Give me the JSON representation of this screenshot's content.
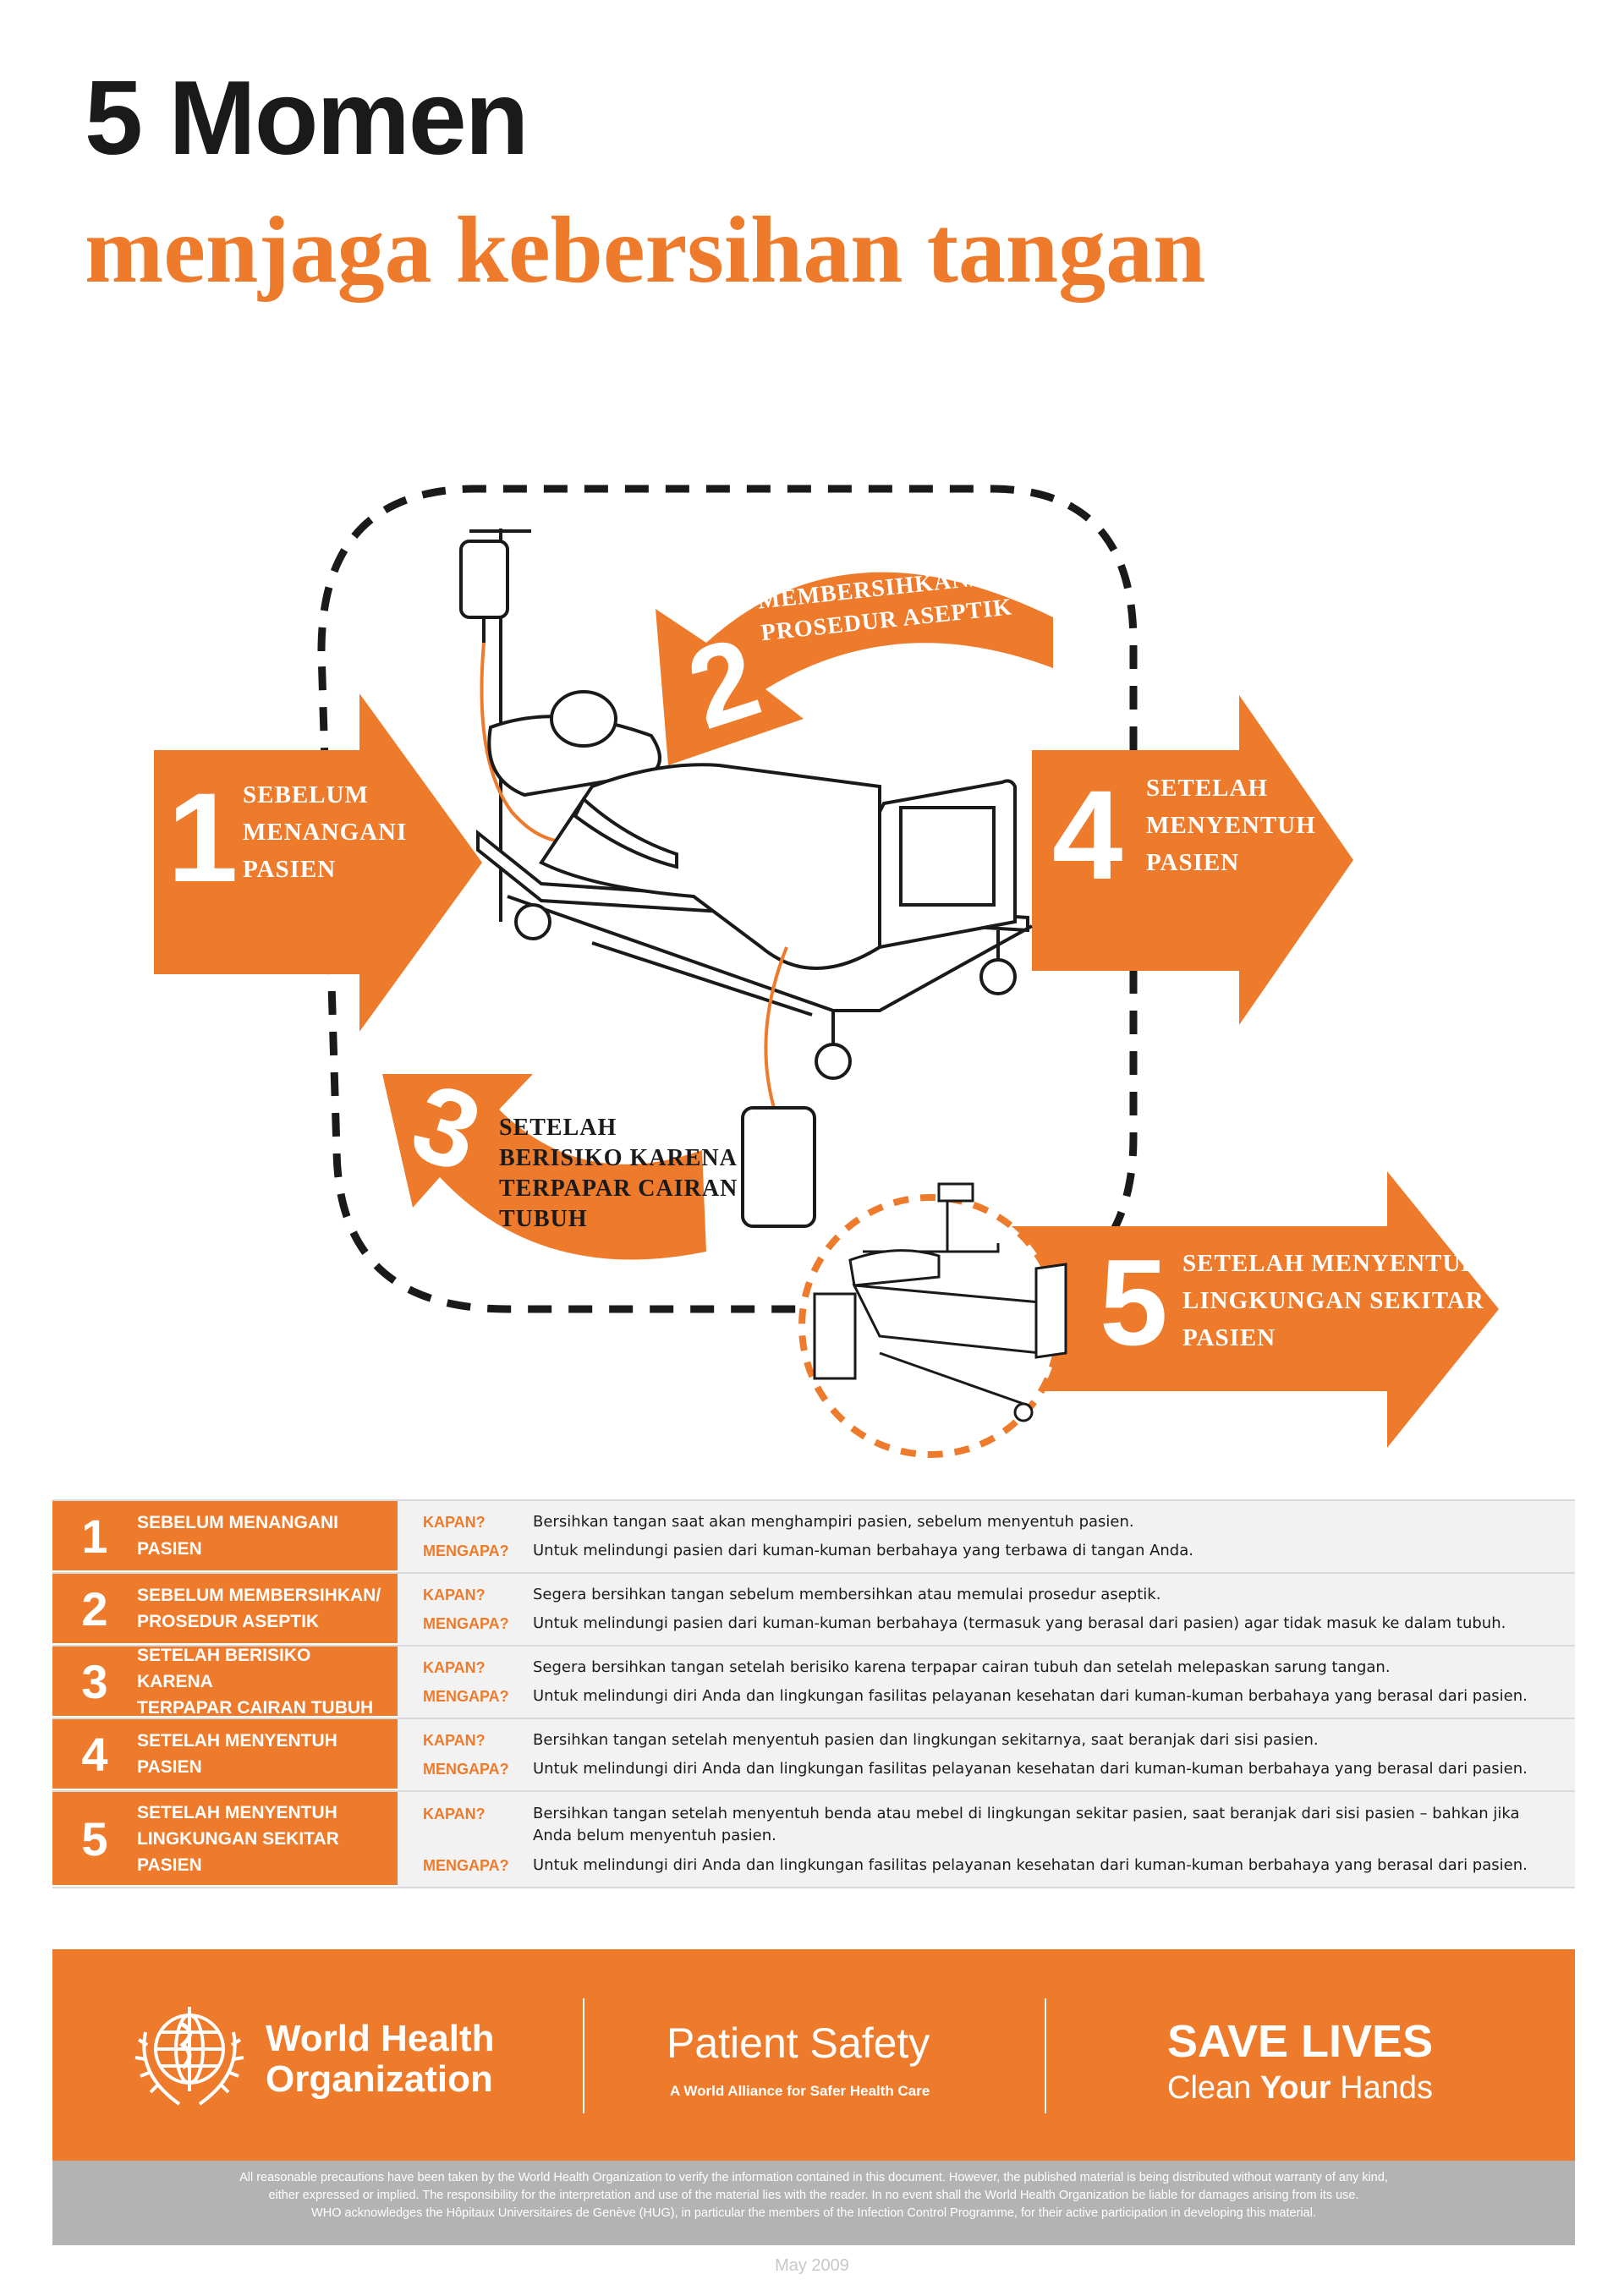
{
  "title": "5 Momen",
  "subtitle": "menjaga kebersihan tangan",
  "moments": [
    {
      "num": "1",
      "label": "SEBELUM\nMENANGANI\nPASIEN"
    },
    {
      "num": "2",
      "label": "SEBELUM\nMEMBERSIHKAN/\nPROSEDUR ASEPTIK"
    },
    {
      "num": "3",
      "label": "SETELAH\nBERISIKO KARENA\nTERPAPAR CAIRAN\nTUBUH"
    },
    {
      "num": "4",
      "label": "SETELAH\nMENYENTUH\nPASIEN"
    },
    {
      "num": "5",
      "label": "SETELAH MENYENTUH\nLINGKUNGAN SEKITAR\nPASIEN"
    }
  ],
  "table": {
    "kapan_label": "KAPAN?",
    "mengapa_label": "MENGAPA?",
    "rows": [
      {
        "num": "1",
        "title": "SEBELUM MENANGANI\nPASIEN",
        "kapan": "Bersihkan tangan saat akan menghampiri pasien, sebelum menyentuh pasien.",
        "mengapa": "Untuk melindungi pasien dari kuman-kuman berbahaya yang terbawa di tangan Anda."
      },
      {
        "num": "2",
        "title": "SEBELUM MEMBERSIHKAN/\nPROSEDUR ASEPTIK",
        "kapan": "Segera bersihkan tangan sebelum membersihkan atau memulai prosedur aseptik.",
        "mengapa": "Untuk melindungi pasien dari kuman-kuman berbahaya (termasuk yang berasal dari pasien) agar tidak masuk ke dalam tubuh."
      },
      {
        "num": "3",
        "title": "SETELAH BERISIKO KARENA\nTERPAPAR CAIRAN TUBUH",
        "kapan": "Segera bersihkan tangan setelah berisiko karena terpapar cairan tubuh dan setelah melepaskan sarung tangan.",
        "mengapa": "Untuk melindungi diri Anda dan lingkungan fasilitas pelayanan kesehatan dari kuman-kuman berbahaya yang berasal dari pasien."
      },
      {
        "num": "4",
        "title": "SETELAH MENYENTUH\nPASIEN",
        "kapan": "Bersihkan tangan setelah menyentuh pasien dan lingkungan sekitarnya, saat beranjak dari sisi pasien.",
        "mengapa": "Untuk melindungi diri Anda dan lingkungan fasilitas pelayanan kesehatan dari kuman-kuman berbahaya yang berasal dari pasien."
      },
      {
        "num": "5",
        "title": "SETELAH MENYENTUH\nLINGKUNGAN SEKITAR\nPASIEN",
        "kapan": "Bersihkan tangan setelah menyentuh benda atau mebel di lingkungan sekitar pasien, saat beranjak dari sisi pasien – bahkan jika Anda belum menyentuh pasien.",
        "mengapa": "Untuk melindungi diri Anda dan lingkungan fasilitas pelayanan kesehatan dari kuman-kuman berbahaya yang berasal dari pasien."
      }
    ]
  },
  "footer": {
    "who_name": "World Health\nOrganization",
    "patient_safety": "Patient Safety",
    "patient_safety_sub": "A World Alliance for Safer Health Care",
    "save_lives": "SAVE LIVES",
    "clean_pre": "Clean ",
    "clean_your": "Your",
    "clean_post": " Hands"
  },
  "disclaimer": [
    "All reasonable precautions have been taken by the World Health Organization to verify the information contained in this document. However, the published material is being distributed without warranty of any kind,",
    "either expressed or implied. The responsibility for the interpretation and use of the material lies with the reader. In no event shall the World Health Organization be liable for damages arising from its use.",
    "WHO acknowledges the Hôpitaux Universitaires de Genève (HUG), in particular the members of the Infection Control Programme, for their active participation in developing this material."
  ],
  "date": "May 2009",
  "colors": {
    "accent": "#ee7b2c",
    "dark": "#1a1a1a",
    "grey": "#b3b3b3"
  },
  "icons": {
    "who_logo": "who-emblem-icon"
  }
}
